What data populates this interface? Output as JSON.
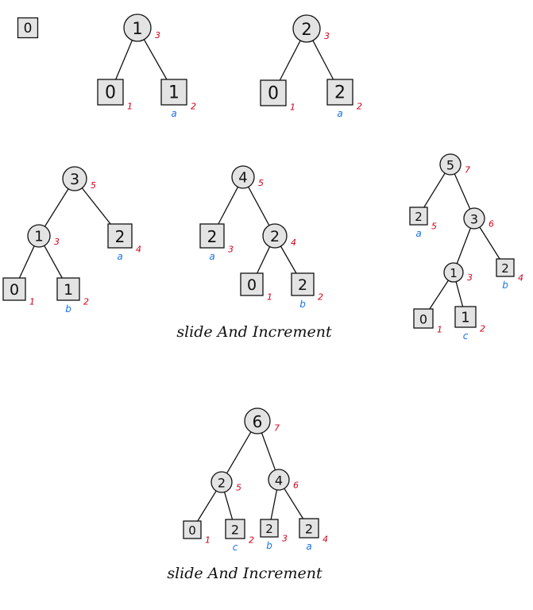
{
  "diagrams": {
    "d0": {
      "nodes": [
        {
          "kind": "leaf",
          "value": "0",
          "weight": "",
          "label": ""
        }
      ]
    },
    "d1": {
      "nodes": [
        {
          "kind": "node",
          "value": "1",
          "weight": "3",
          "label": ""
        },
        {
          "kind": "leaf",
          "value": "0",
          "weight": "1",
          "label": ""
        },
        {
          "kind": "leaf",
          "value": "1",
          "weight": "2",
          "label": "a"
        }
      ]
    },
    "d2": {
      "nodes": [
        {
          "kind": "node",
          "value": "2",
          "weight": "3",
          "label": ""
        },
        {
          "kind": "leaf",
          "value": "0",
          "weight": "1",
          "label": ""
        },
        {
          "kind": "leaf",
          "value": "2",
          "weight": "2",
          "label": "a"
        }
      ]
    },
    "d3": {
      "nodes": [
        {
          "kind": "node",
          "value": "3",
          "weight": "5",
          "label": ""
        },
        {
          "kind": "node",
          "value": "1",
          "weight": "3",
          "label": ""
        },
        {
          "kind": "leaf",
          "value": "2",
          "weight": "4",
          "label": "a"
        },
        {
          "kind": "leaf",
          "value": "0",
          "weight": "1",
          "label": ""
        },
        {
          "kind": "leaf",
          "value": "1",
          "weight": "2",
          "label": "b"
        }
      ]
    },
    "d4": {
      "nodes": [
        {
          "kind": "node",
          "value": "4",
          "weight": "5",
          "label": ""
        },
        {
          "kind": "leaf",
          "value": "2",
          "weight": "3",
          "label": "a"
        },
        {
          "kind": "node",
          "value": "2",
          "weight": "4",
          "label": ""
        },
        {
          "kind": "leaf",
          "value": "0",
          "weight": "1",
          "label": ""
        },
        {
          "kind": "leaf",
          "value": "2",
          "weight": "2",
          "label": "b"
        }
      ],
      "caption": "slide And Increment"
    },
    "d5": {
      "nodes": [
        {
          "kind": "node",
          "value": "5",
          "weight": "7",
          "label": ""
        },
        {
          "kind": "leaf",
          "value": "2",
          "weight": "5",
          "label": "a"
        },
        {
          "kind": "node",
          "value": "3",
          "weight": "6",
          "label": ""
        },
        {
          "kind": "node",
          "value": "1",
          "weight": "3",
          "label": ""
        },
        {
          "kind": "leaf",
          "value": "2",
          "weight": "4",
          "label": "b"
        },
        {
          "kind": "leaf",
          "value": "0",
          "weight": "1",
          "label": ""
        },
        {
          "kind": "leaf",
          "value": "1",
          "weight": "2",
          "label": "c"
        }
      ]
    },
    "d6": {
      "nodes": [
        {
          "kind": "node",
          "value": "6",
          "weight": "7",
          "label": ""
        },
        {
          "kind": "node",
          "value": "2",
          "weight": "5",
          "label": ""
        },
        {
          "kind": "node",
          "value": "4",
          "weight": "6",
          "label": ""
        },
        {
          "kind": "leaf",
          "value": "0",
          "weight": "1",
          "label": ""
        },
        {
          "kind": "leaf",
          "value": "2",
          "weight": "2",
          "label": "c"
        },
        {
          "kind": "leaf",
          "value": "2",
          "weight": "3",
          "label": "b"
        },
        {
          "kind": "leaf",
          "value": "2",
          "weight": "4",
          "label": "a"
        }
      ],
      "caption": "slide And Increment"
    }
  },
  "colors": {
    "weight": "#d0021b",
    "label": "#1a73e8",
    "fill": "#e3e3e3",
    "stroke": "#111111"
  }
}
